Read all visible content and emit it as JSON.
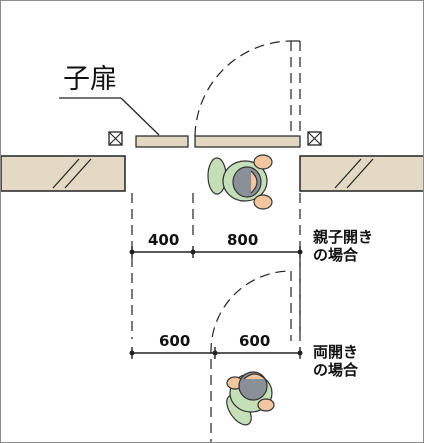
{
  "labels": {
    "child_door": "子扉"
  },
  "cases": {
    "parent_child": {
      "dims": [
        "400",
        "800"
      ],
      "caption": [
        "親子開き",
        "の場合"
      ]
    },
    "double": {
      "dims": [
        "600",
        "600"
      ],
      "caption": [
        "両開き",
        "の場合"
      ]
    }
  },
  "colors": {
    "line": "#222222",
    "door_fill": "#e2d7c2",
    "person_green": "#c5dfb9",
    "person_skin": "#f2c6a0",
    "person_hair": "#8a9098"
  }
}
